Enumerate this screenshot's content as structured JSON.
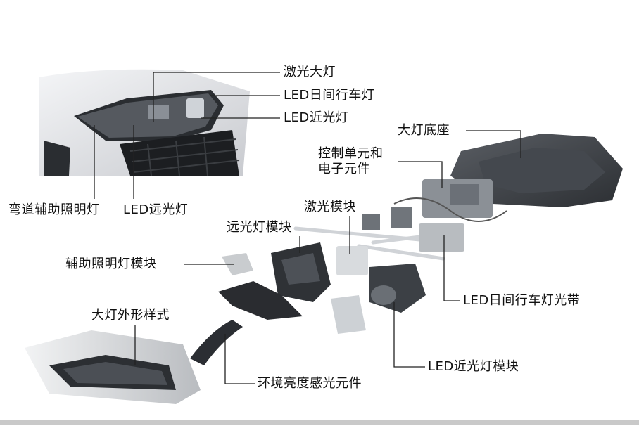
{
  "labels": {
    "laser_headlight": "激光大灯",
    "led_drl": "LED日间行车灯",
    "led_low_beam": "LED近光灯",
    "headlight_base": "大灯底座",
    "control_unit_line1": "控制单元和",
    "control_unit_line2": "电子元件",
    "laser_module": "激光模块",
    "high_beam_module": "远光灯模块",
    "cornering_light": "弯道辅助照明灯",
    "led_high_beam": "LED远光灯",
    "aux_light_module": "辅助照明灯模块",
    "led_drl_strip": "LED日间行车灯光带",
    "headlight_styling": "大灯外形样式",
    "led_low_beam_module": "LED近光灯模块",
    "ambient_light_sensor": "环境亮度感光元件"
  },
  "colors": {
    "leader_line": "#222222",
    "housing_dark": "#3b3f45",
    "car_body": "#e6e7ea",
    "bezel": "#d9dbde"
  }
}
